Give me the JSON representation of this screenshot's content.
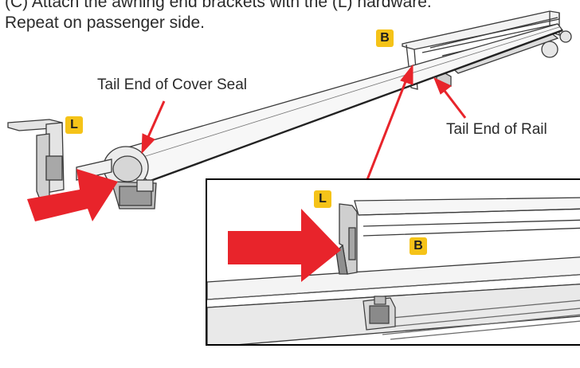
{
  "instruction": {
    "line1": "(C) Attach the awning end brackets with the (L) hardware.",
    "line2": "Repeat on passenger side."
  },
  "labels": {
    "cover_seal": "Tail End of Cover Seal",
    "rail": "Tail End of Rail"
  },
  "badges": {
    "b_top": "B",
    "l_left": "L",
    "l_inset": "L",
    "b_inset": "B"
  },
  "colors": {
    "badge": "#f5c318",
    "arrow": "#e8242b",
    "line": "#3a3a3a"
  }
}
